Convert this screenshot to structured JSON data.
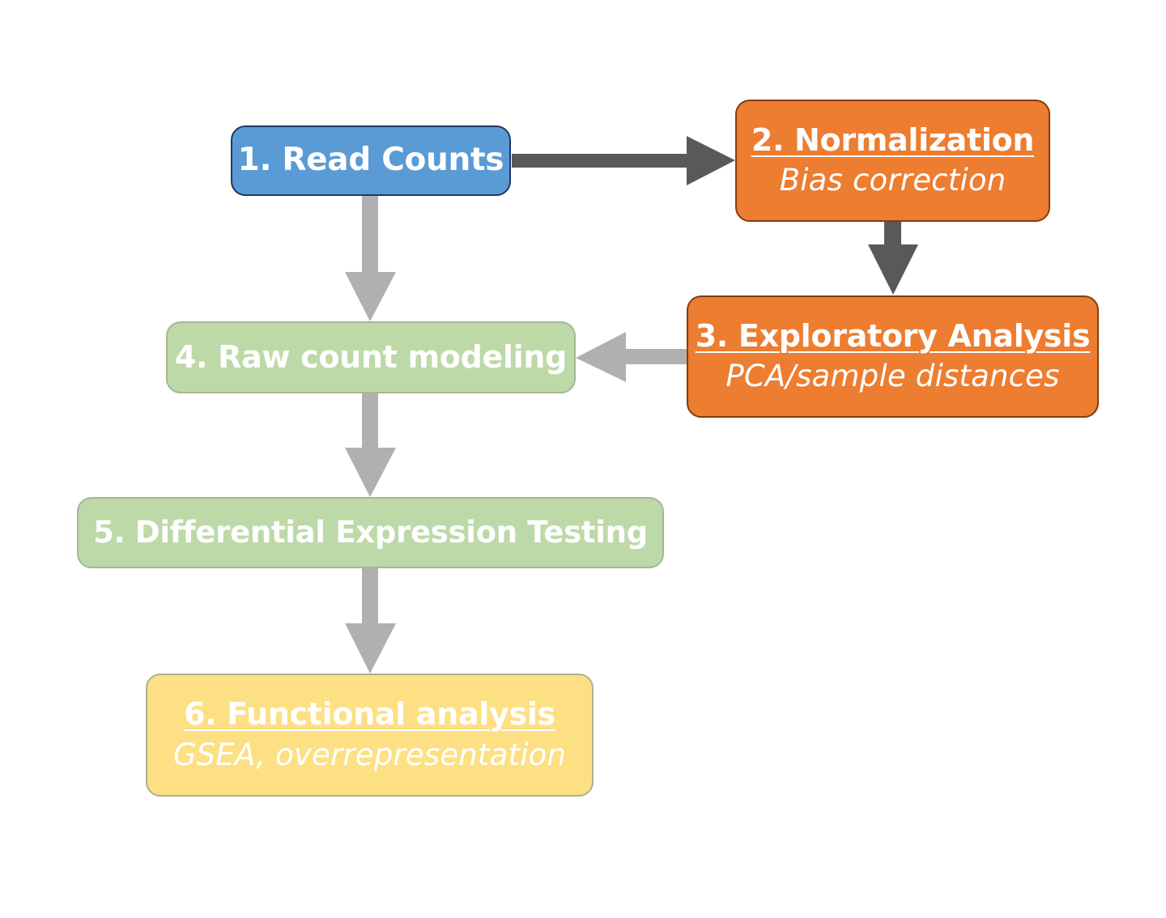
{
  "colors": {
    "blue_fill": "#5b9bd5",
    "orange_fill": "#ed7d31",
    "green_fill": "#bdd9a8",
    "yellow_fill": "#fde084",
    "dark_arrow": "#595959",
    "light_arrow": "#b0b0b0"
  },
  "nodes": {
    "read_counts": {
      "title": "1. Read Counts"
    },
    "normalization": {
      "title": "2. Normalization",
      "subtitle": "Bias correction"
    },
    "exploratory": {
      "title": "3. Exploratory Analysis",
      "subtitle": "PCA/sample distances"
    },
    "raw_count": {
      "title": "4. Raw count modeling"
    },
    "differential": {
      "title": "5. Differential Expression Testing"
    },
    "functional": {
      "title": "6. Functional analysis",
      "subtitle": "GSEA, overrepresentation"
    }
  },
  "edges": [
    {
      "from": "1. Read Counts",
      "to": "2. Normalization",
      "style": "dark"
    },
    {
      "from": "2. Normalization",
      "to": "3. Exploratory Analysis",
      "style": "dark"
    },
    {
      "from": "1. Read Counts",
      "to": "4. Raw count modeling",
      "style": "light"
    },
    {
      "from": "3. Exploratory Analysis",
      "to": "4. Raw count modeling",
      "style": "light"
    },
    {
      "from": "4. Raw count modeling",
      "to": "5. Differential Expression Testing",
      "style": "light"
    },
    {
      "from": "5. Differential Expression Testing",
      "to": "6. Functional analysis",
      "style": "light"
    }
  ]
}
